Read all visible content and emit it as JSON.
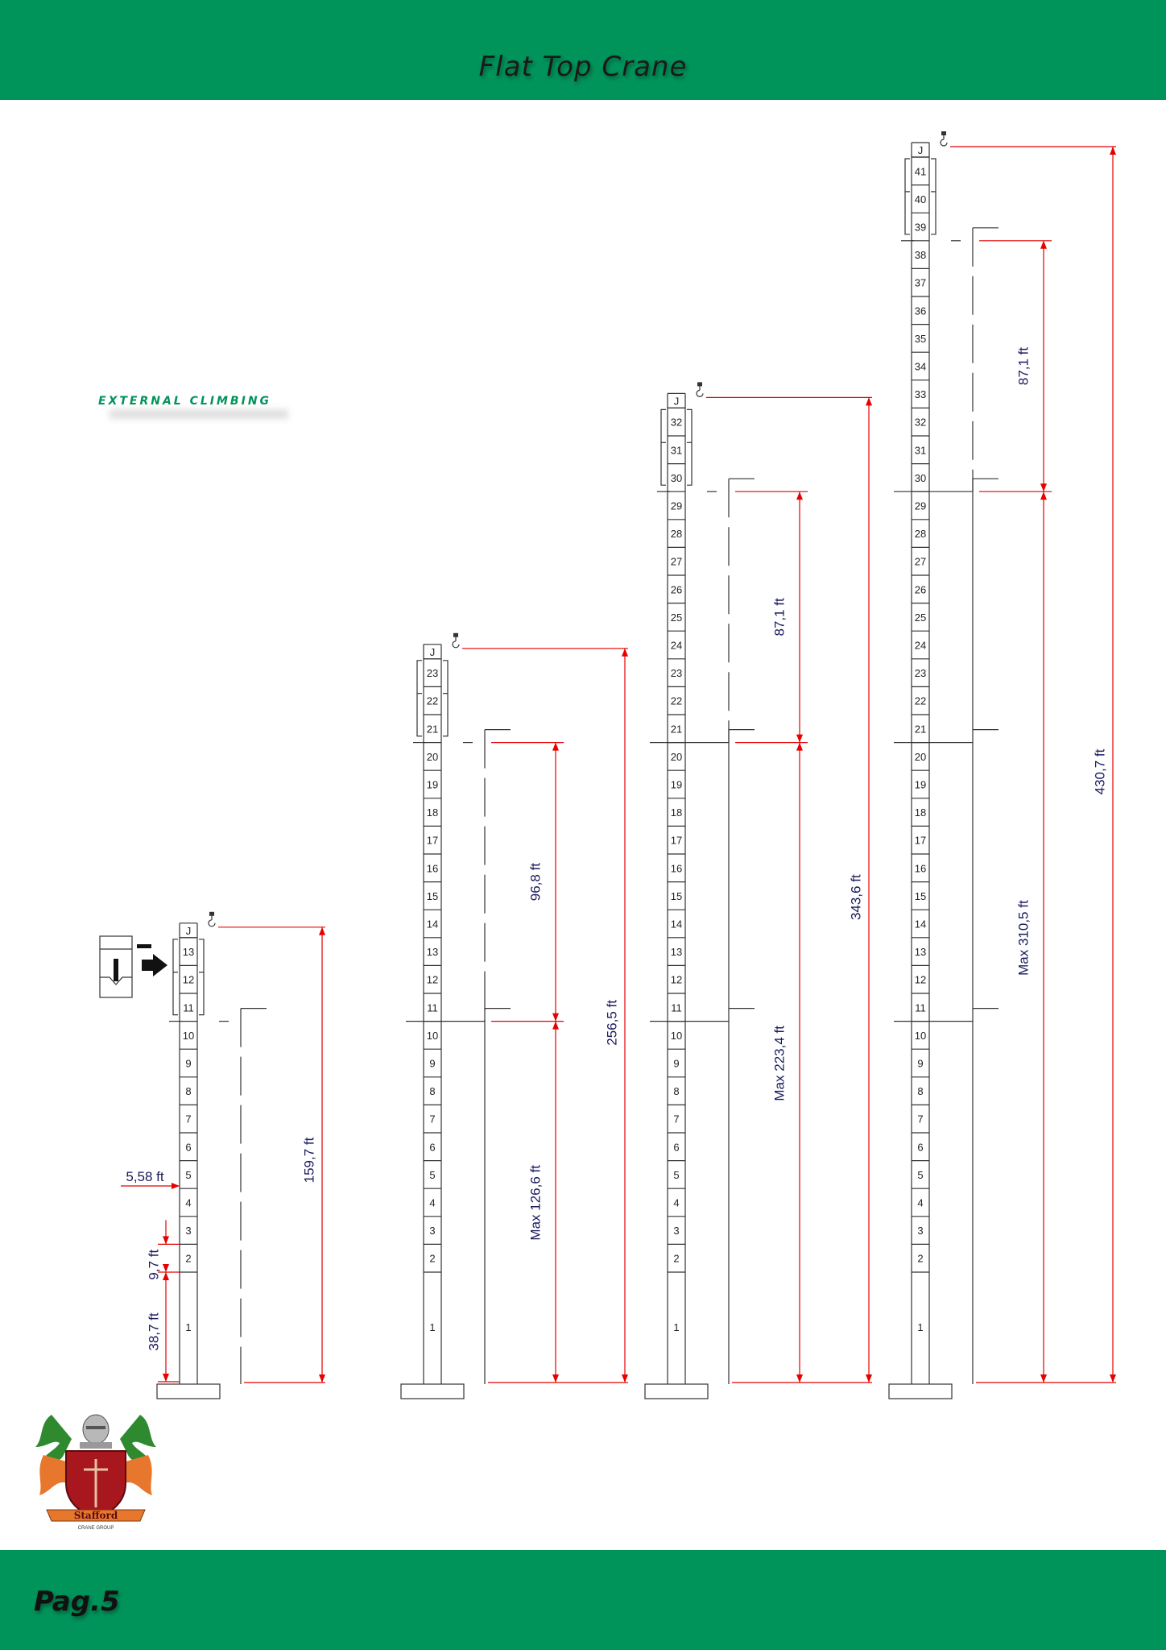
{
  "header": {
    "title": "Flat Top Crane"
  },
  "subtitle": "EXTERNAL CLIMBING",
  "footer": {
    "page": "Pag.5"
  },
  "logo": {
    "name": "Stafford",
    "sub": "CRANE GROUP"
  },
  "colors": {
    "green": "#00935a",
    "dim_red": "#e60000",
    "dim_text": "#1a1a5e",
    "line": "#333333"
  },
  "joint_label": "J",
  "towers": [
    {
      "sections": 13,
      "bracket_sections": [
        11,
        12,
        13
      ],
      "tie_sections": [
        11
      ],
      "dims": [
        {
          "label": "159,7 ft",
          "kind": "total"
        },
        {
          "label": "5,58 ft",
          "kind": "horizontal"
        },
        {
          "label": "9,7 ft",
          "kind": "section"
        },
        {
          "label": "38,7 ft",
          "kind": "base"
        }
      ]
    },
    {
      "sections": 23,
      "bracket_sections": [
        21,
        22,
        23
      ],
      "tie_sections": [
        11,
        21
      ],
      "dims": [
        {
          "label": "256,5 ft",
          "kind": "total"
        },
        {
          "label": "96,8 ft",
          "kind": "upper"
        },
        {
          "label": "Max 126,6 ft",
          "kind": "lower"
        }
      ]
    },
    {
      "sections": 32,
      "bracket_sections": [
        30,
        31,
        32
      ],
      "tie_sections": [
        11,
        21,
        30
      ],
      "dims": [
        {
          "label": "343,6 ft",
          "kind": "total"
        },
        {
          "label": "87,1 ft",
          "kind": "upper"
        },
        {
          "label": "Max 223,4 ft",
          "kind": "lower"
        }
      ]
    },
    {
      "sections": 41,
      "bracket_sections": [
        39,
        40,
        41
      ],
      "tie_sections": [
        11,
        21,
        30,
        39
      ],
      "dims": [
        {
          "label": "430,7 ft",
          "kind": "total"
        },
        {
          "label": "87,1 ft",
          "kind": "upper"
        },
        {
          "label": "Max 310,5 ft",
          "kind": "lower"
        }
      ]
    }
  ]
}
